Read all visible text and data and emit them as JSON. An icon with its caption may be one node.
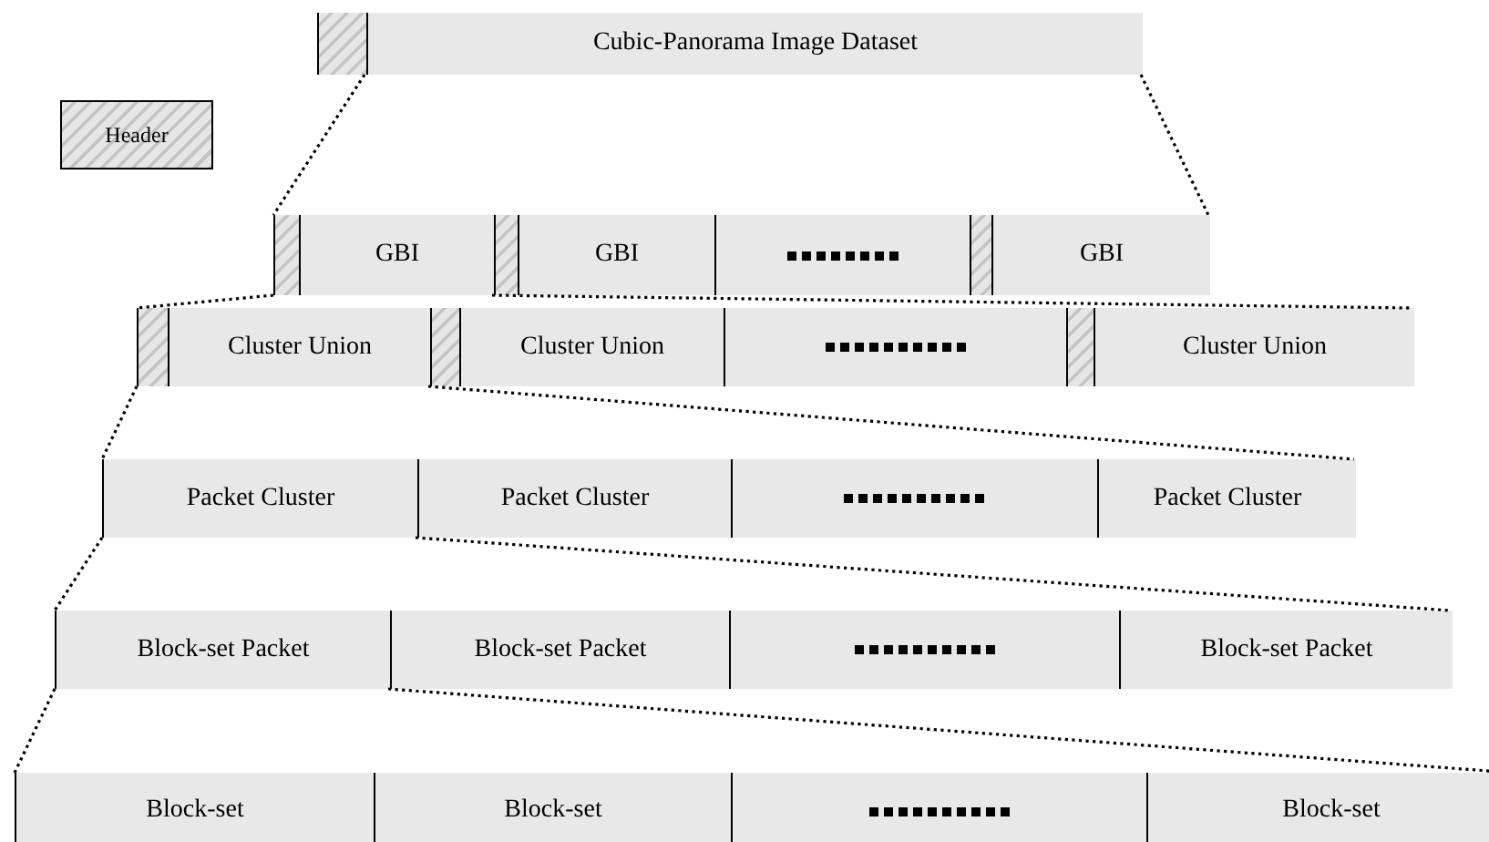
{
  "diagram": {
    "nodes": [
      {
        "text": [
          "Header"
        ]
      },
      {
        "text": [],
        "shape": "bar"
      },
      {
        "text": [],
        "shape": "box",
        "in": 1
      },
      {
        "text": [
          "Cubic-Panorama Image Dataset"
        ],
        "in": 1
      },
      {
        "text": [],
        "shape": "bar"
      },
      {
        "text": [],
        "shape": "box",
        "in": 4
      },
      {
        "text": [
          "GBI"
        ],
        "in": 4
      },
      {
        "text": [],
        "shape": "box",
        "in": 4
      },
      {
        "text": [
          "GBI"
        ],
        "in": 4
      },
      {
        "text": [],
        "shape": "box",
        "in": 4
      },
      {
        "text": [],
        "shape": "box",
        "in": 4
      },
      {
        "text": [
          "GBI"
        ],
        "in": 4
      },
      {
        "text": [],
        "shape": "bar"
      },
      {
        "text": [],
        "shape": "box",
        "in": 12
      },
      {
        "text": [
          "Cluster Union"
        ],
        "in": 12
      },
      {
        "text": [],
        "shape": "box",
        "in": 12
      },
      {
        "text": [
          "Cluster Union"
        ],
        "in": 12
      },
      {
        "text": [],
        "shape": "box",
        "in": 12
      },
      {
        "text": [],
        "shape": "box",
        "in": 12
      },
      {
        "text": [
          "Cluster Union"
        ],
        "in": 12
      },
      {
        "text": [],
        "shape": "bar"
      },
      {
        "text": [
          "Packet Cluster"
        ],
        "in": 20
      },
      {
        "text": [
          "Packet Cluster"
        ],
        "in": 20
      },
      {
        "text": [],
        "shape": "box",
        "in": 20
      },
      {
        "text": [
          "Packet Cluster"
        ],
        "in": 20
      },
      {
        "text": [],
        "shape": "bar"
      },
      {
        "text": [
          "Block-set Packet"
        ],
        "in": 25
      },
      {
        "text": [
          "Block-set Packet"
        ],
        "in": 25
      },
      {
        "text": [],
        "shape": "box",
        "in": 25
      },
      {
        "text": [
          "Block-set Packet"
        ],
        "in": 25
      },
      {
        "text": [],
        "shape": "bar"
      },
      {
        "text": [
          "Block-set"
        ],
        "in": 30
      },
      {
        "text": [
          "Block-set"
        ],
        "in": 30
      },
      {
        "text": [],
        "shape": "box",
        "in": 30
      },
      {
        "text": [
          "Block-set"
        ],
        "in": 30
      }
    ],
    "edges": [
      {
        "from": 3,
        "to": 4,
        "arrow": "none",
        "style": "dashed"
      },
      {
        "from": 3,
        "to": 4,
        "arrow": "none",
        "style": "dashed"
      },
      {
        "from": 5,
        "to": 12,
        "arrow": "none",
        "style": "dashed"
      },
      {
        "from": 6,
        "to": 12,
        "arrow": "none",
        "style": "dashed"
      },
      {
        "from": 13,
        "to": 20,
        "arrow": "none",
        "style": "dashed"
      },
      {
        "from": 14,
        "to": 20,
        "arrow": "none",
        "style": "dashed"
      },
      {
        "from": 21,
        "to": 25,
        "arrow": "none",
        "style": "dashed"
      },
      {
        "from": 21,
        "to": 25,
        "arrow": "none",
        "style": "dashed"
      },
      {
        "from": 26,
        "to": 30,
        "arrow": "none",
        "style": "dashed"
      },
      {
        "from": 26,
        "to": 30,
        "arrow": "none",
        "style": "dashed"
      }
    ]
  }
}
